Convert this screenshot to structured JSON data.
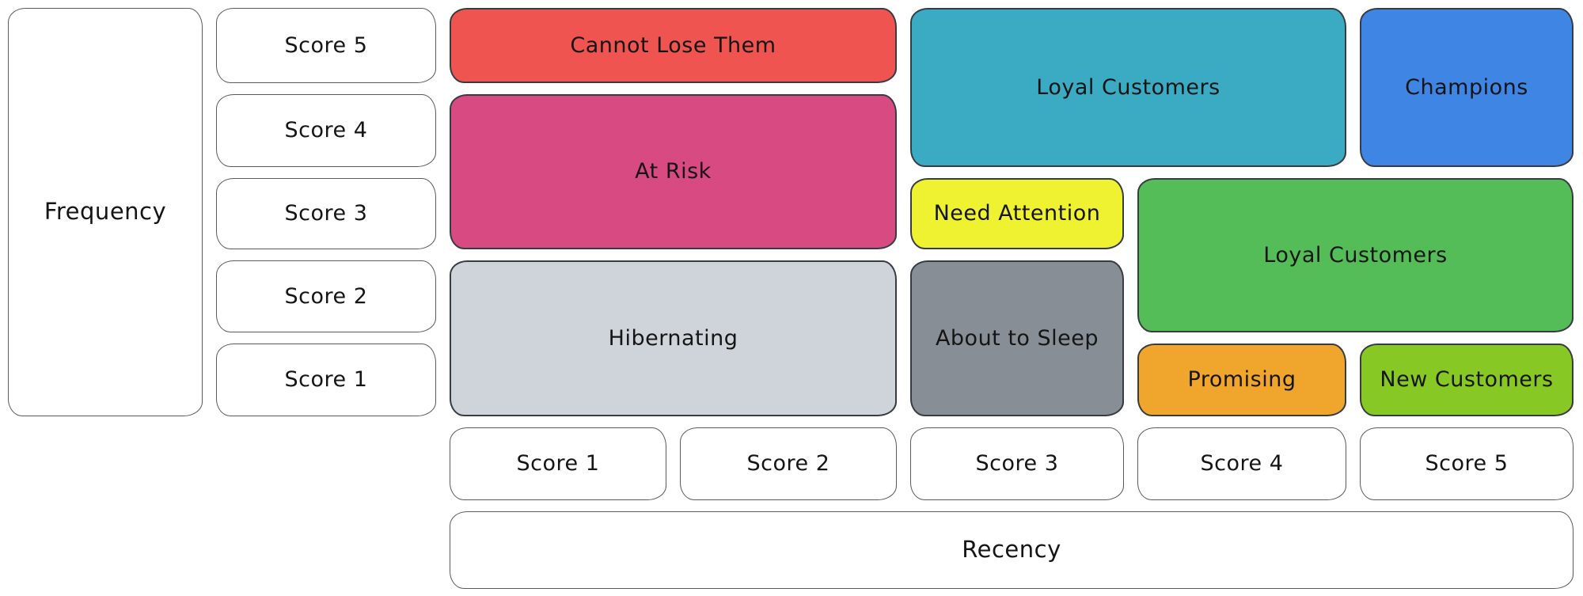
{
  "diagram": {
    "type": "rfm-customer-segmentation-matrix",
    "axes": {
      "y_label": "Frequency",
      "x_label": "Recency",
      "y_scores": [
        "Score 5",
        "Score 4",
        "Score 3",
        "Score 2",
        "Score 1"
      ],
      "x_scores": [
        "Score 1",
        "Score 2",
        "Score 3",
        "Score 4",
        "Score 5"
      ]
    },
    "segments": {
      "cannot_lose_them": {
        "label": "Cannot Lose Them",
        "color": "#f05450",
        "recency": "1-2",
        "frequency": "5"
      },
      "at_risk": {
        "label": "At Risk",
        "color": "#d84a82",
        "recency": "1-2",
        "frequency": "3-4"
      },
      "hibernating": {
        "label": "Hibernating",
        "color": "#ced4da",
        "recency": "1-2",
        "frequency": "1-2"
      },
      "loyal_customers_top": {
        "label": "Loyal Customers",
        "color": "#3aabc2",
        "recency": "3-4",
        "frequency": "4-5"
      },
      "champions": {
        "label": "Champions",
        "color": "#3e85e4",
        "recency": "5",
        "frequency": "4-5"
      },
      "need_attention": {
        "label": "Need Attention",
        "color": "#eef231",
        "recency": "3",
        "frequency": "3"
      },
      "loyal_customers_right": {
        "label": "Loyal Customers",
        "color": "#54bd57",
        "recency": "4-5",
        "frequency": "2-3"
      },
      "about_to_sleep": {
        "label": "About to Sleep",
        "color": "#878e95",
        "recency": "3",
        "frequency": "1-2"
      },
      "promising": {
        "label": "Promising",
        "color": "#f0a62c",
        "recency": "4",
        "frequency": "1"
      },
      "new_customers": {
        "label": "New Customers",
        "color": "#87c825",
        "recency": "5",
        "frequency": "1"
      }
    },
    "colors": {
      "stroke": "#373c42",
      "plain_box_stroke": "#565b61",
      "text": "#151515",
      "background": "#ffffff"
    }
  }
}
